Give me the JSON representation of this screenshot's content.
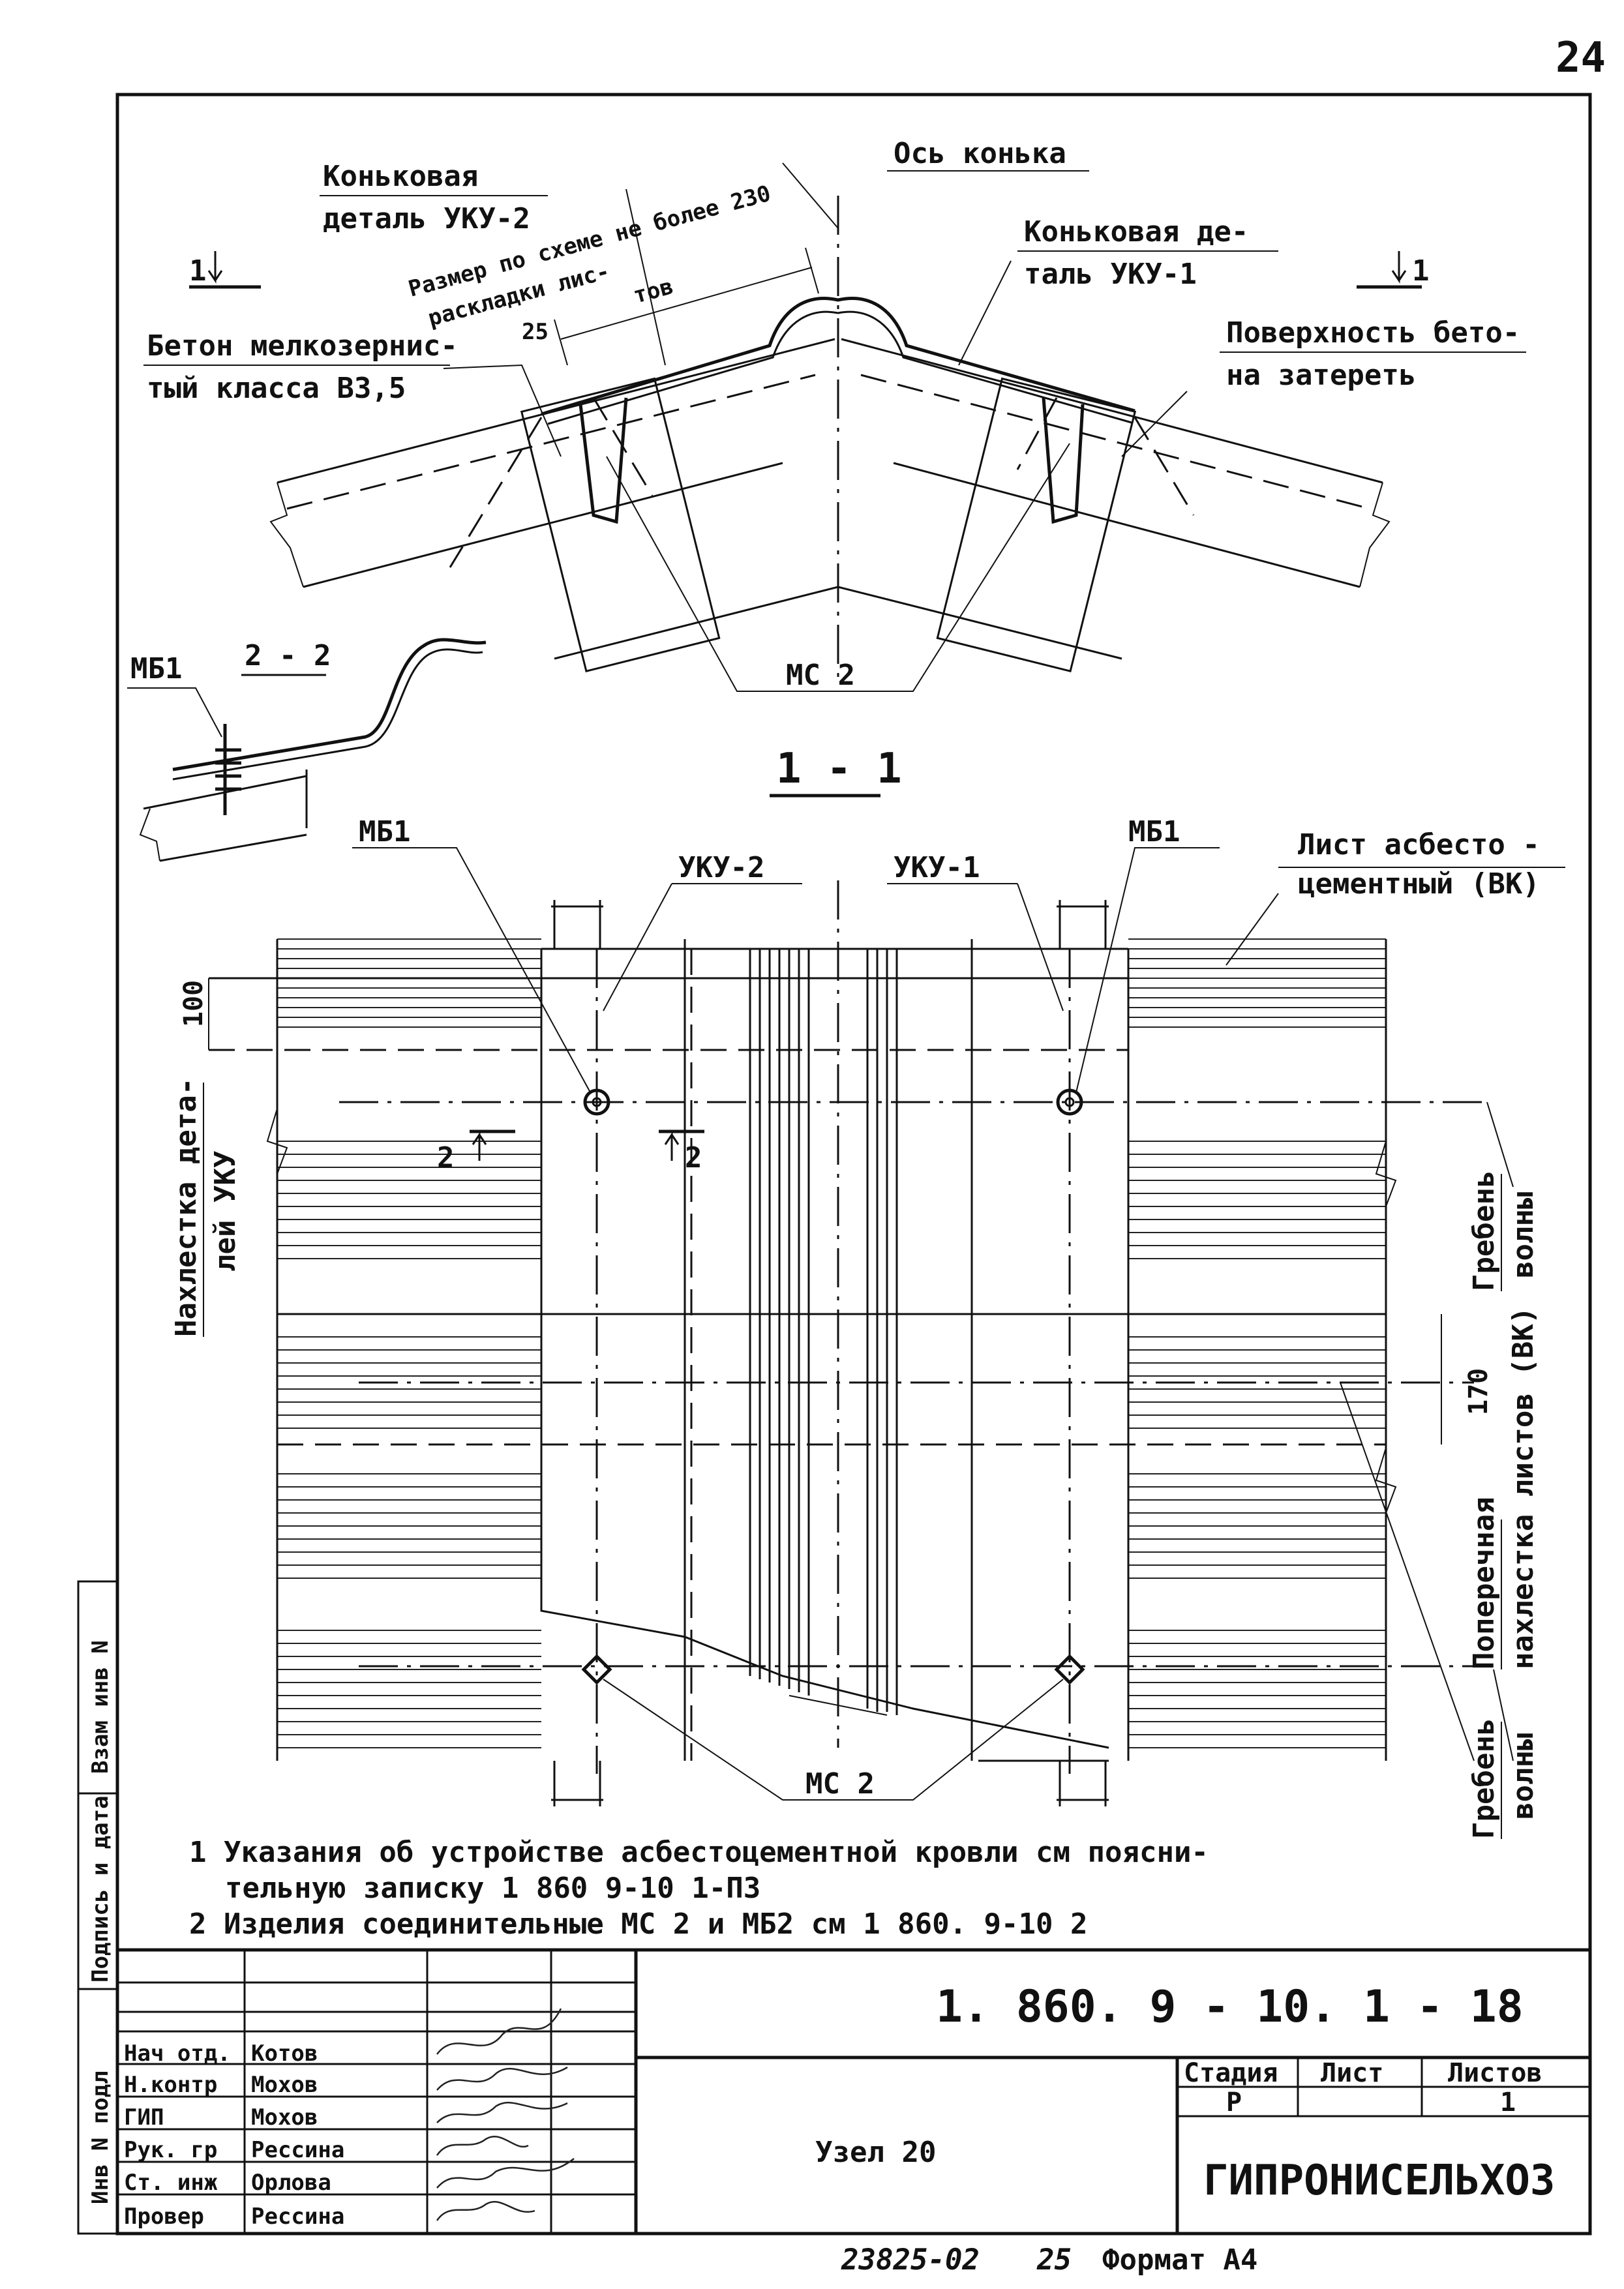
{
  "page_number": "24",
  "section_top_labels": {
    "ridge_detail_2_line1": "Коньковая",
    "ridge_detail_2_line2": "деталь УКУ-2",
    "ridge_axis": "Ось конька",
    "ridge_detail_1_line1": "Коньковая де-",
    "ridge_detail_1_line2": "таль УКУ-1",
    "size_note_line1": "Размер по схеме не более 230",
    "size_note_line2": "раскладки лис-",
    "size_note_line3": "тов",
    "dim_25": "25",
    "concrete_line1": "Бетон мелкозернис-",
    "concrete_line2": "тый класса В3,5",
    "surface_line1": "Поверхность бето-",
    "surface_line2": "на затереть",
    "section_mark_left": "1",
    "section_mark_right": "1",
    "mc2": "МС 2"
  },
  "section_2_2": {
    "title": "2 - 2",
    "mb1": "МБ1"
  },
  "plan_view": {
    "title": "1 - 1",
    "mb1_left": "МБ1",
    "uku2": "УКУ-2",
    "uku1": "УКУ-1",
    "mb1_right": "МБ1",
    "sheet_line1": "Лист асбесто -",
    "sheet_line2": "цементный (ВК)",
    "dim_100": "100",
    "overlap_line1": "Нахлестка дета-",
    "overlap_line2": "лей УКУ",
    "cut_left": "2",
    "cut_right": "2",
    "crest_top_line1": "Гребень",
    "crest_top_line2": "волны",
    "dim_170": "170",
    "cross_overlap_line1": "Поперечная",
    "cross_overlap_line2": "нахлестка листов (ВК)",
    "crest_bottom_line1": "Гребень",
    "crest_bottom_line2": "волны",
    "mc2": "МС 2"
  },
  "notes": [
    "1 Указания об устройстве асбестоцементной кровли см поясни-",
    "тельную записку 1 860 9-10 1-П3",
    "2 Изделия соединительные МС 2 и МБ2 см 1 860. 9-10 2"
  ],
  "side_stamp": {
    "cells": [
      "Инв N подл",
      "Подпись и дата",
      "Взам инв N"
    ]
  },
  "title_block": {
    "drawing_code": "1. 860. 9 - 10. 1 - 18",
    "drawing_name": "Узел 20",
    "stage_header": "Стадия",
    "sheet_header": "Лист",
    "sheets_header": "Листов",
    "stage_value": "Р",
    "sheet_value": "",
    "sheets_value": "1",
    "organization": "ГИПРОНИСЕЛЬХОЗ",
    "people": [
      {
        "role": "Нач отд.",
        "name": "Котов"
      },
      {
        "role": "Н.контр",
        "name": "Мохов"
      },
      {
        "role": "ГИП",
        "name": "Мохов"
      },
      {
        "role": "Рук. гр",
        "name": "Рессина"
      },
      {
        "role": "Ст. инж",
        "name": "Орлова"
      },
      {
        "role": "Провер",
        "name": "Рессина"
      }
    ]
  },
  "footer": {
    "inventory": "23825-02",
    "copy": "25",
    "format": "Формат А4"
  }
}
